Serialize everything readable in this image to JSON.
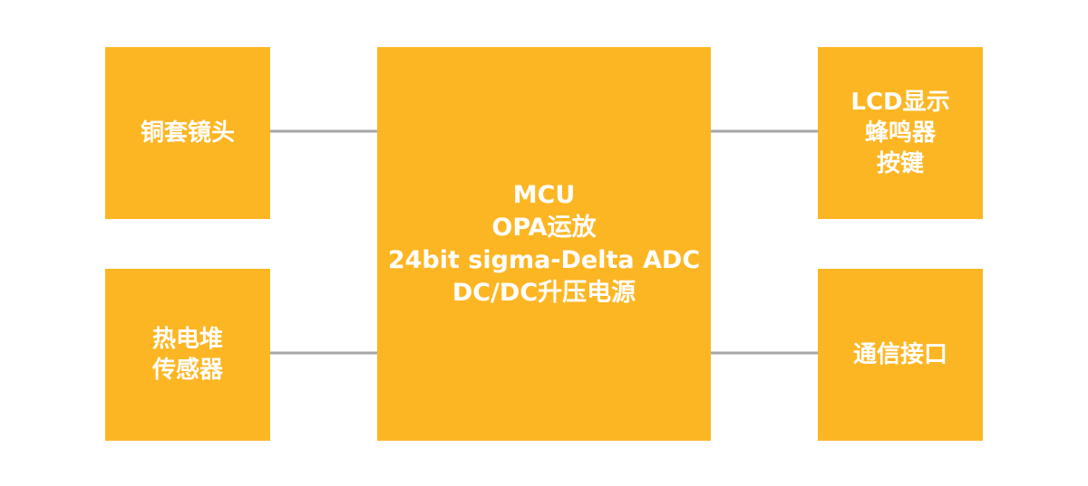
{
  "colors": {
    "box_fill": "#FDB623",
    "text": "#ffffff",
    "connector": "#A6A6A6",
    "background": "#ffffff"
  },
  "blocks": {
    "lens": {
      "lines": [
        "铜套镜头"
      ]
    },
    "thermopile": {
      "lines": [
        "热电堆",
        "传感器"
      ]
    },
    "mcu": {
      "lines": [
        "MCU",
        "OPA运放",
        "24bit sigma-Delta ADC",
        "DC/DC升压电源"
      ]
    },
    "display": {
      "lines": [
        "LCD显示",
        "蜂鸣器",
        "按键"
      ]
    },
    "comm": {
      "lines": [
        "通信接口"
      ]
    }
  }
}
